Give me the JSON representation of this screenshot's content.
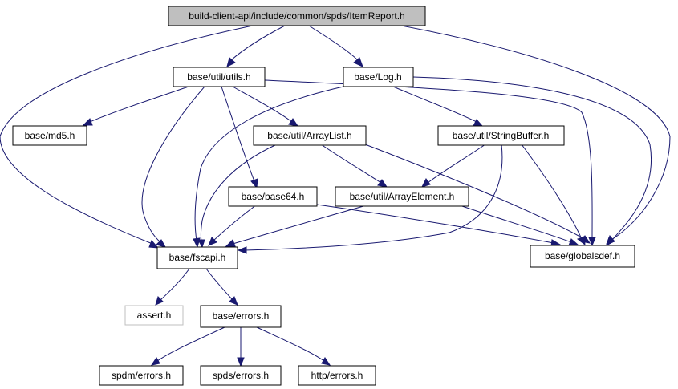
{
  "graph": {
    "title": "build-client-api/include/common/spds/ItemReport.h",
    "colors": {
      "edge": "#191970",
      "root_fill": "#bfbfbf",
      "node_fill": "#ffffff",
      "missing_border": "#bfbfbf"
    },
    "nodes": [
      {
        "id": "item-report",
        "label": "build-client-api/include/common/spds/ItemReport.h",
        "style": "root"
      },
      {
        "id": "utils",
        "label": "base/util/utils.h",
        "style": "normal"
      },
      {
        "id": "log",
        "label": "base/Log.h",
        "style": "normal"
      },
      {
        "id": "md5",
        "label": "base/md5.h",
        "style": "normal"
      },
      {
        "id": "arraylist",
        "label": "base/util/ArrayList.h",
        "style": "normal"
      },
      {
        "id": "stringbuffer",
        "label": "base/util/StringBuffer.h",
        "style": "normal"
      },
      {
        "id": "base64",
        "label": "base/base64.h",
        "style": "normal"
      },
      {
        "id": "arrayelement",
        "label": "base/util/ArrayElement.h",
        "style": "normal"
      },
      {
        "id": "fscapi",
        "label": "base/fscapi.h",
        "style": "normal"
      },
      {
        "id": "globalsdef",
        "label": "base/globalsdef.h",
        "style": "normal"
      },
      {
        "id": "assert",
        "label": "assert.h",
        "style": "missing"
      },
      {
        "id": "errors",
        "label": "base/errors.h",
        "style": "normal"
      },
      {
        "id": "spdm-errors",
        "label": "spdm/errors.h",
        "style": "normal"
      },
      {
        "id": "spds-errors",
        "label": "spds/errors.h",
        "style": "normal"
      },
      {
        "id": "http-errors",
        "label": "http/errors.h",
        "style": "normal"
      }
    ],
    "edges": [
      {
        "from": "item-report",
        "to": "utils"
      },
      {
        "from": "item-report",
        "to": "log"
      },
      {
        "from": "item-report",
        "to": "fscapi"
      },
      {
        "from": "item-report",
        "to": "globalsdef"
      },
      {
        "from": "utils",
        "to": "md5"
      },
      {
        "from": "utils",
        "to": "arraylist"
      },
      {
        "from": "utils",
        "to": "base64"
      },
      {
        "from": "utils",
        "to": "fscapi"
      },
      {
        "from": "utils",
        "to": "globalsdef"
      },
      {
        "from": "log",
        "to": "stringbuffer"
      },
      {
        "from": "log",
        "to": "fscapi"
      },
      {
        "from": "log",
        "to": "globalsdef"
      },
      {
        "from": "arraylist",
        "to": "arrayelement"
      },
      {
        "from": "arraylist",
        "to": "fscapi"
      },
      {
        "from": "arraylist",
        "to": "globalsdef"
      },
      {
        "from": "stringbuffer",
        "to": "arrayelement"
      },
      {
        "from": "stringbuffer",
        "to": "fscapi"
      },
      {
        "from": "stringbuffer",
        "to": "globalsdef"
      },
      {
        "from": "base64",
        "to": "fscapi"
      },
      {
        "from": "base64",
        "to": "globalsdef"
      },
      {
        "from": "arrayelement",
        "to": "fscapi"
      },
      {
        "from": "arrayelement",
        "to": "globalsdef"
      },
      {
        "from": "fscapi",
        "to": "assert"
      },
      {
        "from": "fscapi",
        "to": "errors"
      },
      {
        "from": "errors",
        "to": "spdm-errors"
      },
      {
        "from": "errors",
        "to": "spds-errors"
      },
      {
        "from": "errors",
        "to": "http-errors"
      }
    ]
  }
}
